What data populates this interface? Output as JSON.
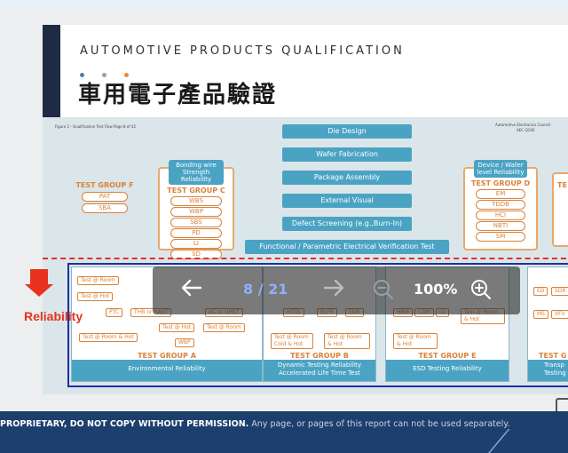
{
  "slide": {
    "title": "AUTOMOTIVE PRODUCTS QUALIFICATION",
    "subtitle": "車用電子產品驗證",
    "dot_colors": [
      "#4b7fb8",
      "#9aa0a6",
      "#e58a3a"
    ],
    "figure_caption": "Figure 2 - Qualification Test Flow Page 8 of 42",
    "figure_source_line1": "Automotive Electronics Council",
    "figure_source_line2": "AEC-Q100",
    "flow": [
      "Die Design",
      "Wafer Fabrication",
      "Package Assembly",
      "External Visual",
      "Defect Screening (e.g.,Burn-In)",
      "Functional / Parametric Electrical Verification Test"
    ],
    "group_f": {
      "title": "TEST GROUP F",
      "items": [
        "PAT",
        "SBA"
      ]
    },
    "group_c": {
      "head": "Bonding wire Strength Reliability",
      "title": "TEST GROUP C",
      "items": [
        "WBS",
        "WBP",
        "SBS",
        "PD",
        "LI",
        "SD"
      ]
    },
    "group_d": {
      "head": "Device / Wafer level Reliability",
      "title": "TEST GROUP D",
      "items": [
        "EM",
        "TDDB",
        "HCI",
        "NBTI",
        "SM"
      ]
    },
    "group_right_partial": "TE",
    "panel_a": {
      "title": "TEST GROUP A",
      "foot": "Environmental Reliability",
      "pills": [
        "Test @ Room",
        "Test @ Hot",
        "PTC",
        "THB or HAST",
        "AC or UHST",
        "Test @ Hot",
        "Test @ Room",
        "Test @ Room & Hot",
        "WBP"
      ]
    },
    "panel_b": {
      "title": "TEST GROUP B",
      "foot1": "Dynamic Testing Reliability",
      "foot2": "Accelerated Life Time Test",
      "pills": [
        "HTOL",
        "ELFR",
        "EDR",
        "Test @ Room Cold & Hot",
        "Test @ Room & Hot"
      ]
    },
    "panel_e": {
      "title": "TEST GROUP E",
      "foot": "ESD Testing Reliability",
      "pills": [
        "HBM",
        "CDM",
        "LU",
        "Test @ Room & Hot",
        "Test @ Room & Hot"
      ]
    },
    "panel_right": {
      "title": "TEST G",
      "foot1": "Transp",
      "foot2": "Testing R",
      "pills": [
        "ED",
        "SDR",
        "MS",
        "VFV"
      ]
    },
    "reliability_label": "Reliability"
  },
  "viewer": {
    "back_icon": "arrow-left-icon",
    "page_indicator": "8 / 21",
    "forward_icon": "arrow-right-icon",
    "zoom_out_icon": "zoom-out-icon",
    "zoom_level": "100%",
    "zoom_in_icon": "zoom-in-icon"
  },
  "footer": {
    "bold_text": "PROPRIETARY, DO NOT COPY WITHOUT PERMISSION.",
    "text": " Any page, or pages of this report can not be used separately."
  },
  "colors": {
    "accent_blue": "#4ba3c4",
    "accent_orange": "#d9823a",
    "reliability_red": "#e8321e",
    "footer_bg": "#1d3f6e"
  }
}
